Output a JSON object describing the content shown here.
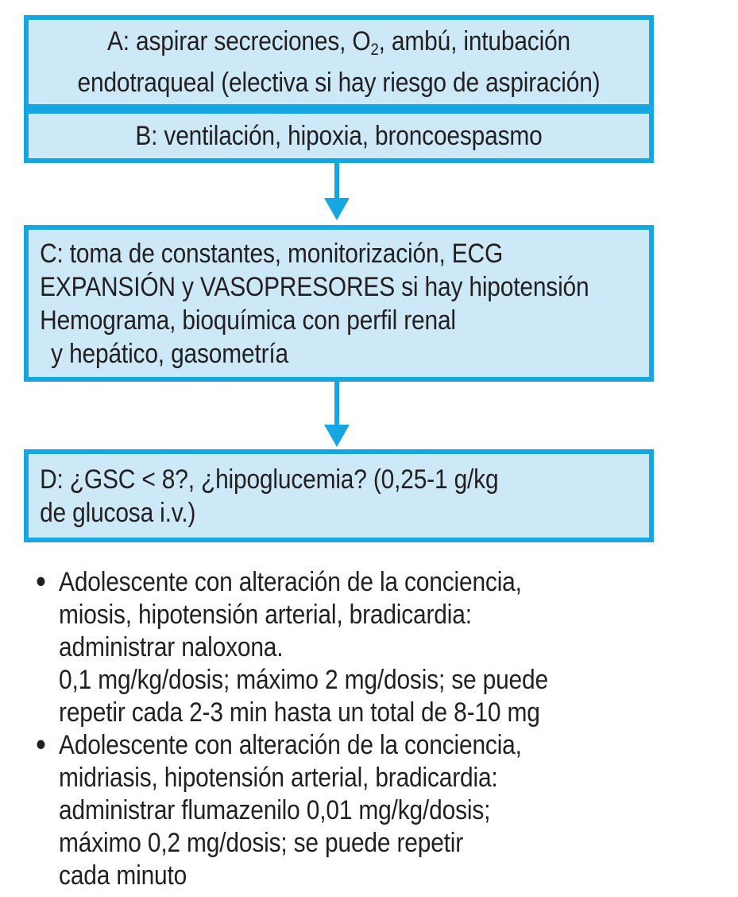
{
  "colors": {
    "box_border": "#15a7e2",
    "box_fill": "#cde9f8",
    "arrow": "#15a7e2",
    "text": "#231f20",
    "background": "#ffffff"
  },
  "flowchart": {
    "box_a": {
      "line1_pre": "A: aspirar secreciones, O",
      "line1_sub": "2",
      "line1_post": ", ambú, intubación",
      "line2": "endotraqueal (electiva si hay riesgo de aspiración)"
    },
    "box_b": {
      "line1": "B: ventilación, hipoxia, broncoespasmo"
    },
    "box_c": {
      "lines": [
        "C: toma de constantes, monitorización, ECG",
        "EXPANSIÓN y VASOPRESORES si hay hipotensión",
        "Hemograma, bioquímica con perfil renal",
        "y hepático, gasometría"
      ]
    },
    "box_d": {
      "lines": [
        "D: ¿GSC < 8?, ¿hipoglucemia? (0,25-1 g/kg",
        "de glucosa i.v.)"
      ]
    }
  },
  "notes": {
    "marker": "•",
    "bullet1": {
      "lines": [
        "Adolescente con alteración de la conciencia,",
        "miosis, hipotensión arterial, bradicardia:",
        "administrar naloxona.",
        "0,1 mg/kg/dosis; máximo 2 mg/dosis; se puede",
        "repetir cada 2-3 min hasta un total de 8-10 mg"
      ]
    },
    "bullet2": {
      "lines": [
        "Adolescente con alteración de la conciencia,",
        "midriasis, hipotensión arterial, bradicardia:",
        "administrar flumazenilo 0,01 mg/kg/dosis;",
        "máximo 0,2 mg/dosis; se puede repetir",
        "cada minuto"
      ]
    }
  }
}
